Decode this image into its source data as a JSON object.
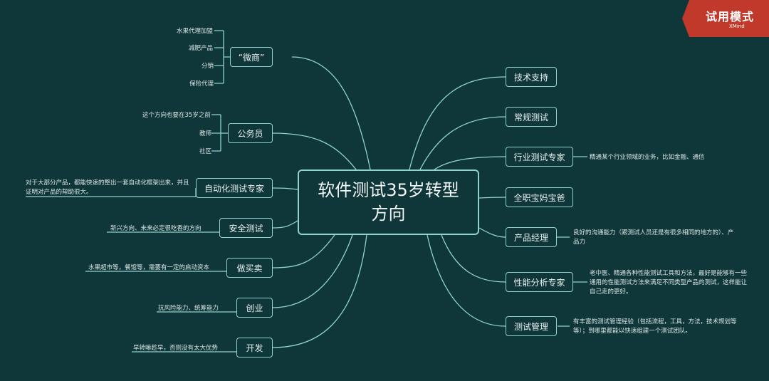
{
  "center": {
    "title": "软件测试35岁转型方向"
  },
  "badge": {
    "label": "试用模式",
    "sub": "XMind"
  },
  "left_topics": [
    {
      "label": "“微商”",
      "children": [
        "水果代理加盟",
        "减肥产品",
        "分销",
        "保险代理"
      ]
    },
    {
      "label": "公务员",
      "children": [
        "这个方向也要在35岁之前",
        "教师",
        "社区"
      ]
    },
    {
      "label": "自动化测试专家",
      "note": "对于大部分产品，都能快速的整出一套自动化框架出来，并且证明对产品的帮助很大。"
    },
    {
      "label": "安全测试",
      "note": "新兴方向、未来必定很吃香的方向"
    },
    {
      "label": "做买卖",
      "note": "水果超市等，餐馆等，需要有一定的启动资本"
    },
    {
      "label": "创业",
      "note": "抗风险能力、统筹能力"
    },
    {
      "label": "开发",
      "note": "早转嘛趁早，否则没有太大优势"
    }
  ],
  "right_topics": [
    {
      "label": "技术支持"
    },
    {
      "label": "常规测试"
    },
    {
      "label": "行业测试专家",
      "note": "精通某个行业领域的业务，比如金融、通信"
    },
    {
      "label": "全职宝妈宝爸"
    },
    {
      "label": "产品经理",
      "note": "良好的沟通能力（跟测试人员还是有很多相同的地方的）、产品力"
    },
    {
      "label": "性能分析专家",
      "note": "老中医、精通各种性能测试工具和方法，最好是能够有一些通用的性能测试方法来满足不同类型产品的测试，这样能让自己走的更好。"
    },
    {
      "label": "测试管理",
      "note": "有丰富的测试管理经验（包括流程，工具，方法，技术规划等等）；到哪里都能以快速组建一个测试团队。"
    }
  ],
  "colors": {
    "background": "#0f3638",
    "line": "#8fd3cf",
    "badge": "#c0392b"
  }
}
